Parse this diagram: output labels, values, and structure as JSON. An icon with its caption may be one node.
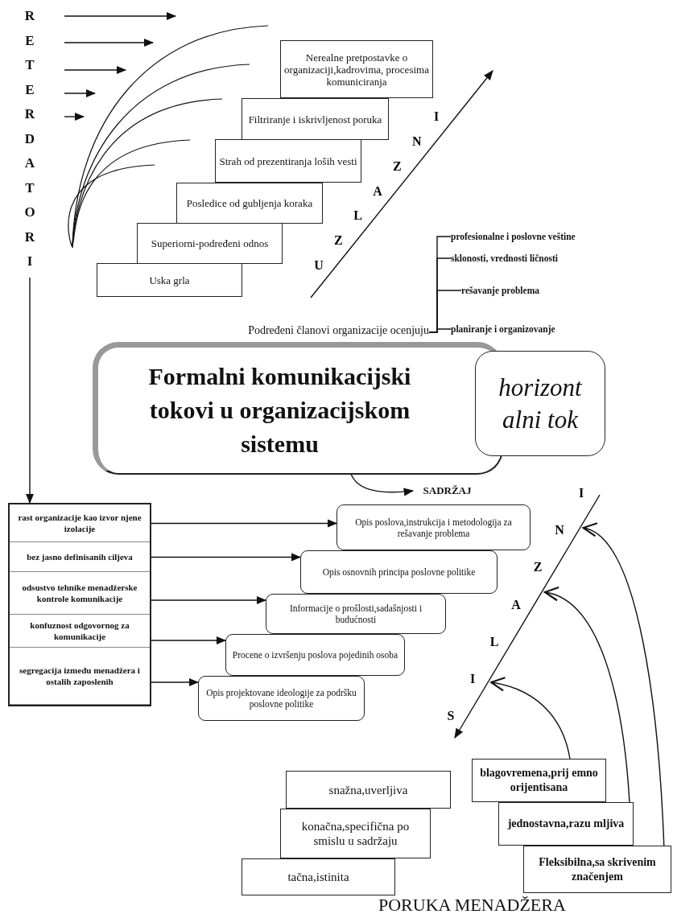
{
  "diagram": {
    "caption": "PORUKA MENADŽERA",
    "nodes": [
      {
        "text": [
          "RETERDATORI"
        ]
      },
      {
        "text": [
          "Nerealne pretpostavke o organizaciji,kadrovima, procesima komuniciranja"
        ]
      },
      {
        "text": [
          "Filtriranje i iskrivljenost poruka"
        ]
      },
      {
        "text": [
          "Strah od prezentiranja loših vesti"
        ]
      },
      {
        "text": [
          "Posledice od gubljenja koraka"
        ]
      },
      {
        "text": [
          "Superiorni-podređeni odnos"
        ]
      },
      {
        "text": [
          "Uska grla"
        ]
      },
      {
        "text": [
          "profesionalne i poslovne veštine"
        ]
      },
      {
        "text": [
          "sklonosti, vrednosti ličnosti"
        ]
      },
      {
        "text": [
          "rešavanje problema"
        ]
      },
      {
        "text": [
          "Podređeni članovi organizacije ocenjuju"
        ]
      },
      {
        "text": [
          "planiranje i organizovanje"
        ]
      },
      {
        "text": [
          "Formalni komunikacijski tokovi u organizacijskom sistemu"
        ]
      },
      {
        "text": [
          "horizont alni tok"
        ]
      },
      {
        "text": [
          "SADRŽAJ"
        ]
      },
      {
        "text": [],
        "shape": "box"
      },
      {
        "text": [
          "rast organizacije kao izvor njene izolacije"
        ],
        "in": 15
      },
      {
        "text": [
          "bez jasno definisanih ciljeva"
        ],
        "in": 15
      },
      {
        "text": [
          "odsustvo tehnike menadžerske kontrole komunikacije"
        ],
        "in": 15
      },
      {
        "text": [
          "konfuznost odgovornog za komunikacije"
        ],
        "in": 15
      },
      {
        "text": [
          "segregacija između menadžera i ostalih zaposlenih"
        ],
        "in": 15
      },
      {
        "text": [
          "Opis poslova,instrukcija i metodologija za rešavanje problema"
        ]
      },
      {
        "text": [
          "Opis osnovnih principa poslovne politike"
        ]
      },
      {
        "text": [
          "Informacije o prošlosti,sadašnjosti i budućnosti"
        ]
      },
      {
        "text": [
          "Procene o izvršenju poslova pojedinih osoba"
        ]
      },
      {
        "text": [
          "Opis projektovane ideologije za podršku poslovne politike"
        ]
      },
      {
        "text": [
          "snažna,uverljiva"
        ]
      },
      {
        "text": [
          "konačna,specifična po smislu u sadržaju"
        ]
      },
      {
        "text": [
          "tačna,istinita"
        ]
      },
      {
        "text": [
          "blagovremena,prij emno orijentisana"
        ]
      },
      {
        "text": [
          "jednostavna,razu mljiva"
        ]
      },
      {
        "text": [
          "Fleksibilna,sa skrivenim značenjem"
        ]
      },
      {
        "text": [
          "SILAZNI"
        ]
      }
    ],
    "edges": [
      {
        "from": 0,
        "to": 15,
        "arrow": "to"
      },
      {
        "from": 10,
        "to": 7,
        "arrow": "none"
      },
      {
        "from": 10,
        "to": 8,
        "arrow": "none"
      },
      {
        "from": 10,
        "to": 9,
        "arrow": "none"
      },
      {
        "from": 10,
        "to": 11,
        "arrow": "none"
      },
      {
        "from": 12,
        "to": 14,
        "arrow": "to"
      },
      {
        "from": 16,
        "to": 21,
        "arrow": "to"
      },
      {
        "from": 17,
        "to": 22,
        "arrow": "to"
      },
      {
        "from": 18,
        "to": 23,
        "arrow": "to"
      },
      {
        "from": 19,
        "to": 24,
        "arrow": "to"
      },
      {
        "from": 20,
        "to": 25,
        "arrow": "to"
      },
      {
        "from": 29,
        "to": 32,
        "arrow": "to"
      },
      {
        "from": 30,
        "to": 32,
        "arrow": "to"
      },
      {
        "from": 31,
        "to": 32,
        "arrow": "to"
      }
    ],
    "labels": [
      "UZLAZNI"
    ]
  }
}
